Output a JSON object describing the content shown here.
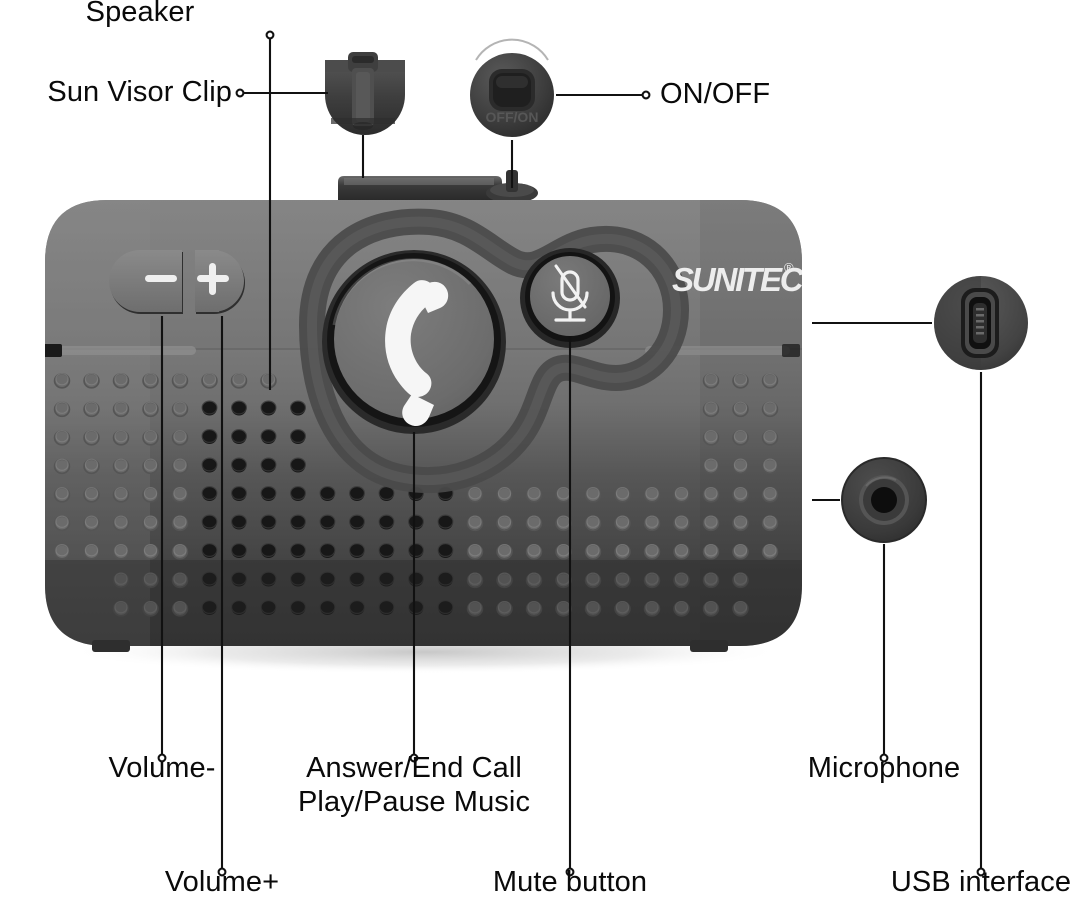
{
  "diagram": {
    "type": "product-callout",
    "subject": "Bluetooth car speakerphone / visor hands-free kit",
    "background_color": "#ffffff",
    "line_color": "#111111",
    "label_color": "#0a0a0a",
    "body_color": "#7a7a7a",
    "body_dark_color": "#3c3c3c",
    "groove_color": "#4a4a4a",
    "accent_white": "#f4f4f4"
  },
  "brand": {
    "name": "SUNITEC",
    "trademark": "®"
  },
  "switch": {
    "embossed_text": "OFF/ON"
  },
  "buttons": {
    "volume_down_glyph": "−",
    "volume_up_glyph": "+",
    "call_icon": "phone-handset-icon",
    "mute_icon": "microphone-muted-icon"
  },
  "callouts": [
    {
      "id": "speaker",
      "label": "Speaker",
      "name": "callout-speaker",
      "side": "top"
    },
    {
      "id": "sun-visor-clip",
      "label": "Sun Visor Clip",
      "name": "callout-sun-visor-clip",
      "side": "top-left"
    },
    {
      "id": "on-off",
      "label": "ON/OFF",
      "name": "callout-on-off",
      "side": "top-right"
    },
    {
      "id": "volume-down",
      "label": "Volume-",
      "name": "callout-volume-down",
      "side": "bottom-left"
    },
    {
      "id": "volume-up",
      "label": "Volume+",
      "name": "callout-volume-up",
      "side": "bottom-left"
    },
    {
      "id": "answer-end",
      "label": "Answer/End Call",
      "name": "callout-answer-end-call",
      "side": "bottom"
    },
    {
      "id": "play-pause",
      "label": "Play/Pause Music",
      "name": "callout-play-pause",
      "side": "bottom"
    },
    {
      "id": "mute",
      "label": "Mute button",
      "name": "callout-mute-button",
      "side": "bottom"
    },
    {
      "id": "microphone",
      "label": "Microphone",
      "name": "callout-microphone",
      "side": "bottom-right"
    },
    {
      "id": "usb",
      "label": "USB interface",
      "name": "callout-usb-interface",
      "side": "bottom-right"
    }
  ]
}
